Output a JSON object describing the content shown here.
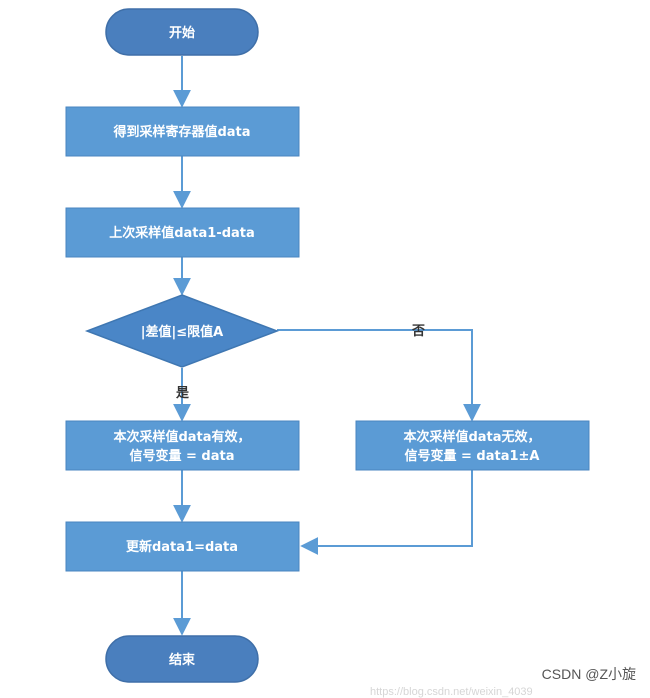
{
  "nodes": {
    "start": {
      "text": "开始"
    },
    "get_data": {
      "text": "得到采样寄存器值data"
    },
    "diff": {
      "text": "上次采样值data1-data"
    },
    "decision": {
      "text": "|差值|≤限值A"
    },
    "valid": {
      "line1": "本次采样值data有效，",
      "line2": "信号变量 = data"
    },
    "invalid": {
      "line1": "本次采样值data无效，",
      "line2": "信号变量 = data1±A"
    },
    "update": {
      "text": "更新data1=data"
    },
    "end": {
      "text": "结束"
    }
  },
  "edges": {
    "yes_label": "是",
    "no_label": "否"
  },
  "colors": {
    "node_fill": "#5b9bd5",
    "node_stroke": "#4a86c0",
    "terminal_fill": "#4a7fbe",
    "arrow": "#5b9bd5"
  },
  "watermark": {
    "text": "CSDN @Z小旋",
    "faint": "https://blog.csdn.net/weixin_4039"
  }
}
